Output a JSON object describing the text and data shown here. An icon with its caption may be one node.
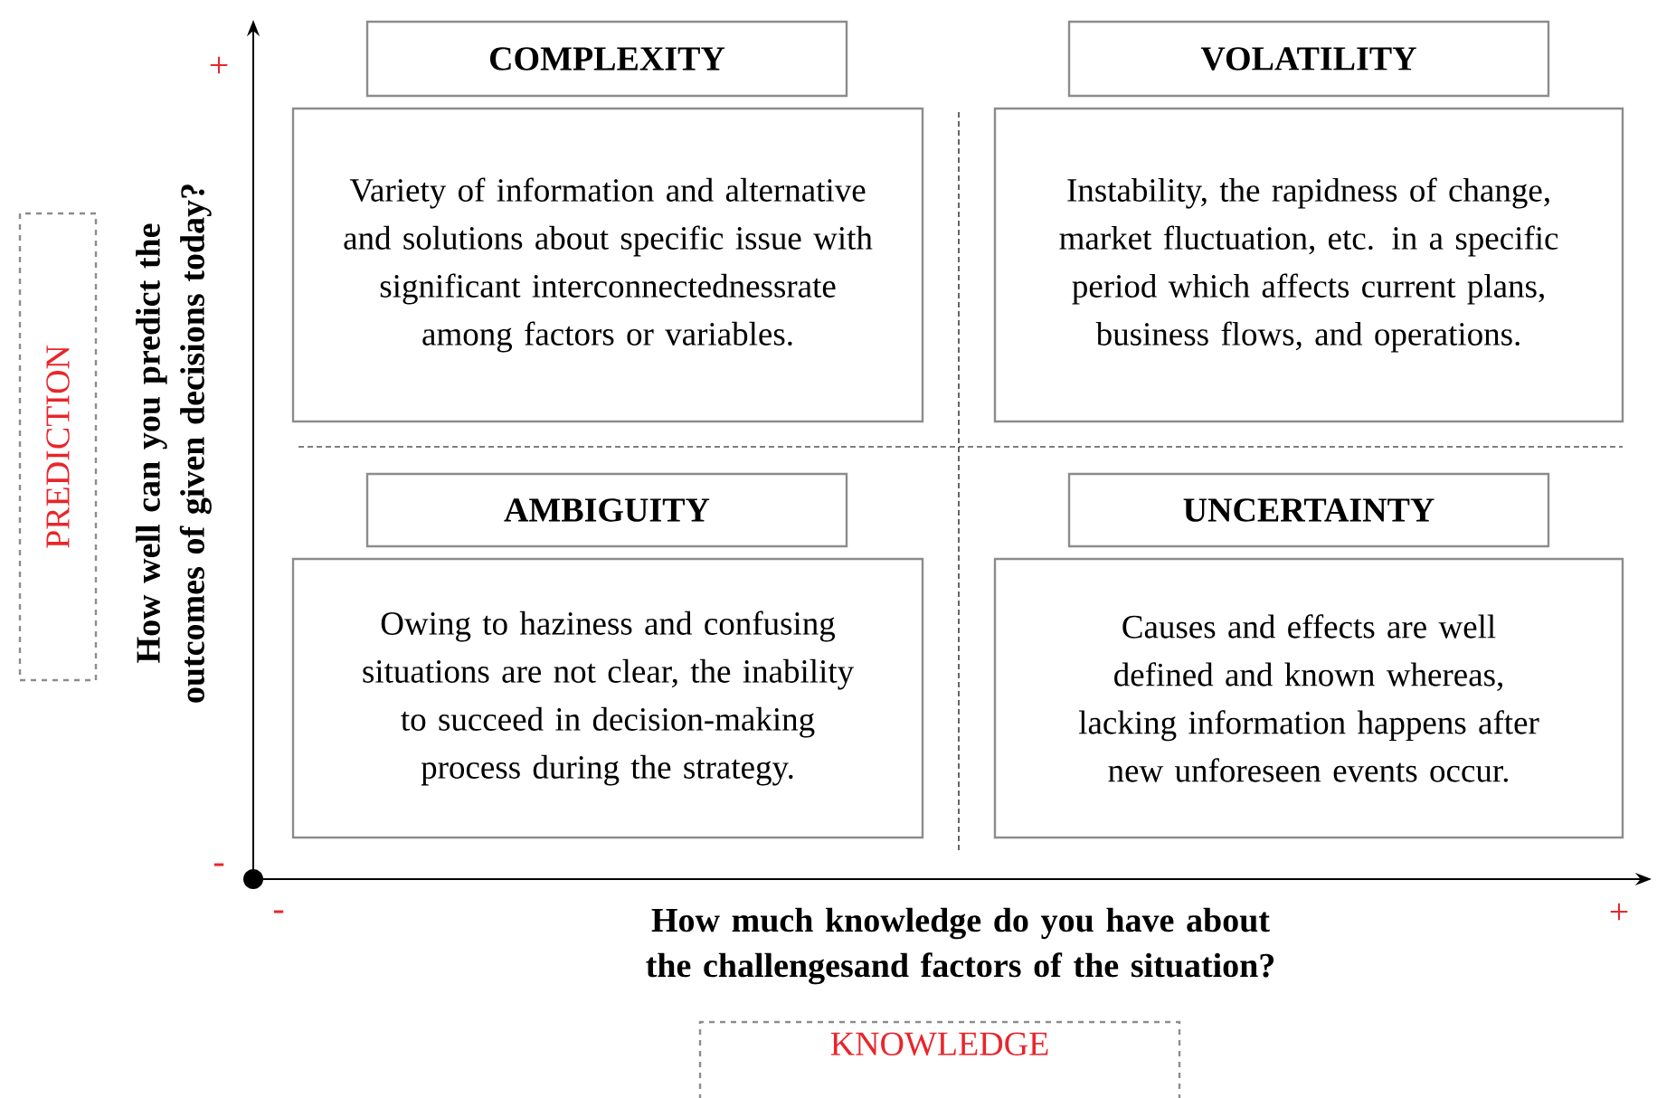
{
  "diagram": {
    "nodes": [
      {
        "text": [
          "COMPLEXITY"
        ]
      },
      {
        "text": [
          "Variety of information and alternative and solutions about specific issue with significant interconnectednessrate among factors or variables."
        ]
      },
      {
        "text": [
          "VOLATILITY"
        ]
      },
      {
        "text": [
          "Instability, the rapidness of change, market fluctuation, etc. in a specific period which affects current plans, business flows, and operations."
        ]
      },
      {
        "text": [
          "AMBIGUITY"
        ]
      },
      {
        "text": [
          "Owing to haziness and confusing situations are not clear, the inability to succeed in decision-making process during the strategy."
        ]
      },
      {
        "text": [
          "UNCERTAINTY"
        ]
      },
      {
        "text": [
          "Causes and effects are well defined and known whereas, lacking information happens after new unforeseen events occur."
        ]
      },
      {
        "text": [
          "PREDICTION"
        ]
      },
      {
        "text": [
          "KNOWLEDGE"
        ]
      }
    ],
    "edges": [],
    "labels": [
      "+",
      "-",
      "How well can you predict the outcomes of given decisions today?",
      "-",
      "+",
      "How much knowledge do you have about the challengesand factors of the situation?"
    ]
  }
}
